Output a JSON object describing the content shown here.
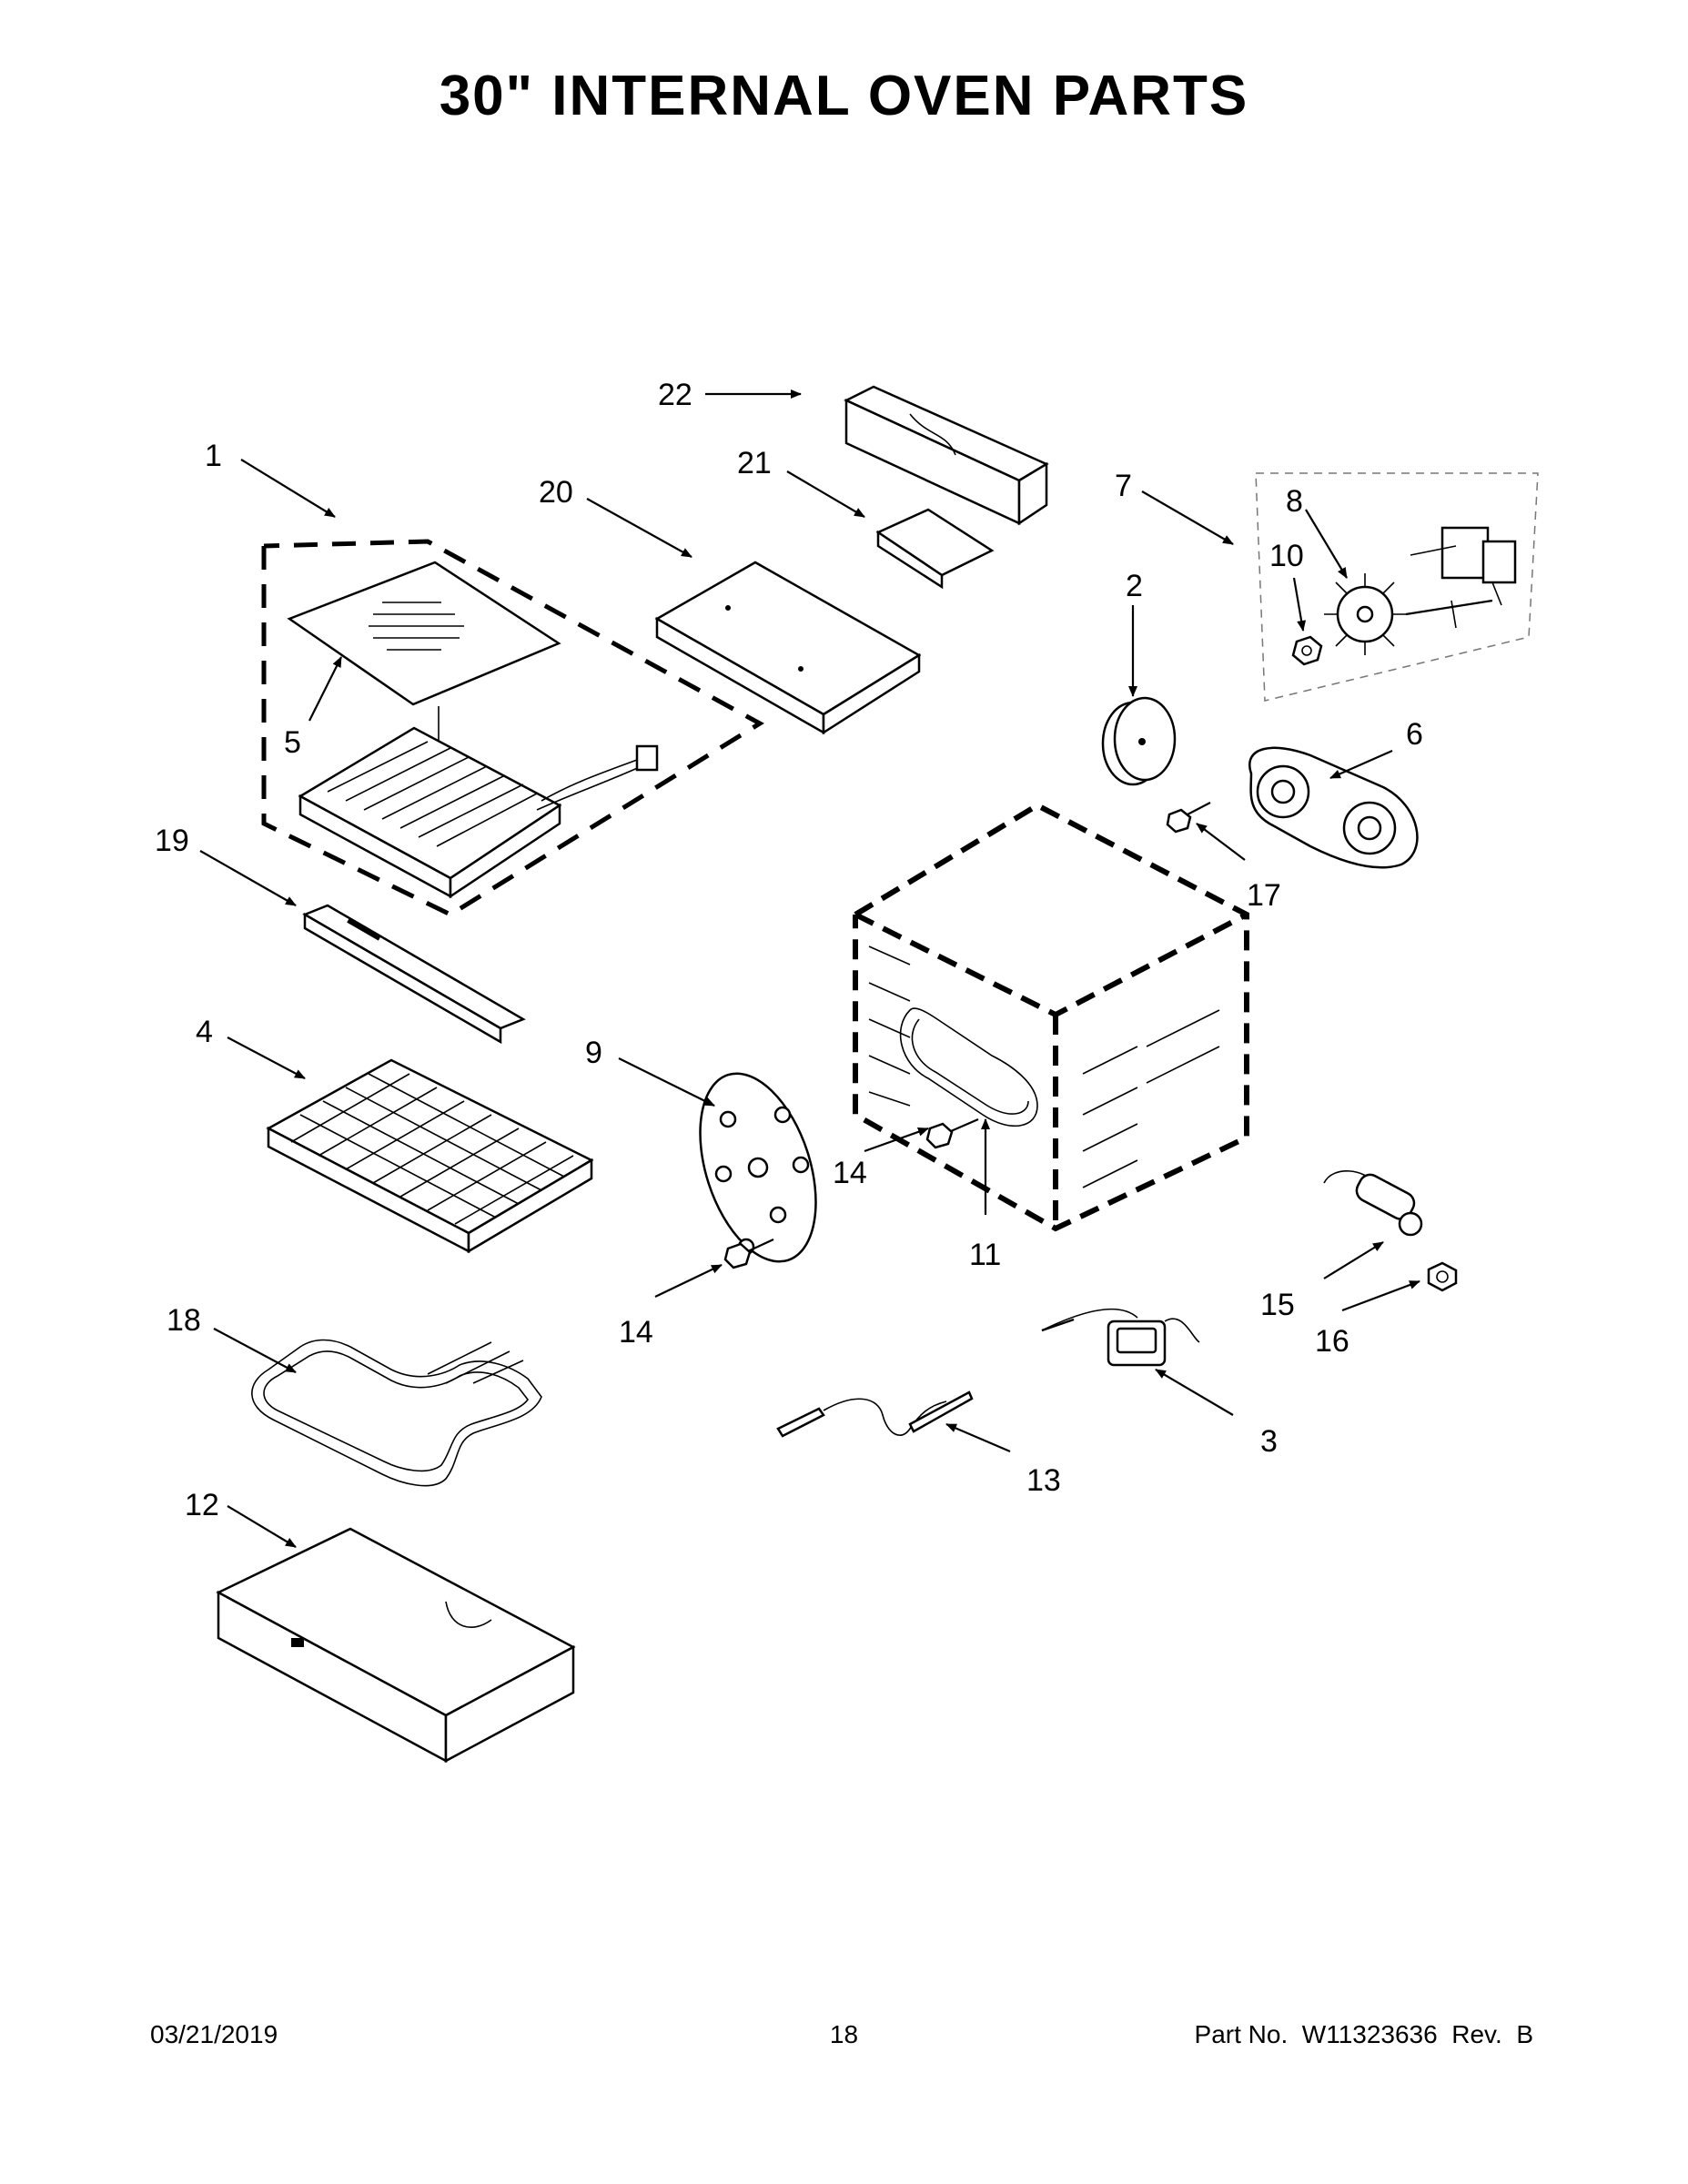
{
  "title": "30\" INTERNAL OVEN PARTS",
  "callouts": {
    "c1": "1",
    "c2": "2",
    "c3": "3",
    "c4": "4",
    "c5": "5",
    "c6": "6",
    "c7": "7",
    "c8": "8",
    "c9": "9",
    "c10": "10",
    "c11": "11",
    "c12": "12",
    "c13": "13",
    "c14a": "14",
    "c14b": "14",
    "c15": "15",
    "c16": "16",
    "c17": "17",
    "c18": "18",
    "c19": "19",
    "c20": "20",
    "c21": "21",
    "c22": "22"
  },
  "footer": {
    "date": "03/21/2019",
    "page": "18",
    "part_number": "Part No.  W11323636  Rev.  B"
  }
}
